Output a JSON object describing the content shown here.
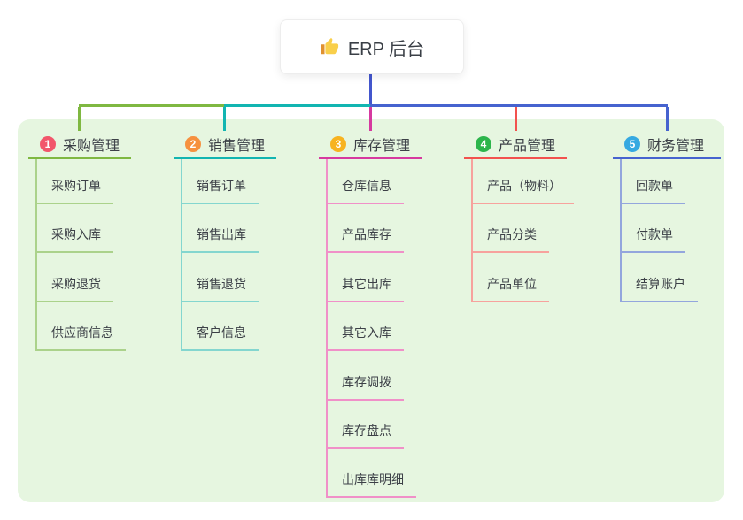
{
  "root": {
    "label": "ERP 后台",
    "icon": "thumbs-up"
  },
  "colors": {
    "page_bg": "#ffffff",
    "panel_bg": "#e6f6e0",
    "root_line": "#4356cd",
    "text": "#3c4047"
  },
  "branches": [
    {
      "label": "采购管理",
      "badge": "1",
      "badge_color": "#f2566b",
      "color": "#7fb841",
      "light_color": "#abd28b",
      "children": [
        "采购订单",
        "采购入库",
        "采购退货",
        "供应商信息"
      ]
    },
    {
      "label": "销售管理",
      "badge": "2",
      "badge_color": "#f6913f",
      "color": "#12b5b1",
      "light_color": "#84d6cf",
      "children": [
        "销售订单",
        "销售出库",
        "销售退货",
        "客户信息"
      ]
    },
    {
      "label": "库存管理",
      "badge": "3",
      "badge_color": "#f7b320",
      "color": "#d6399f",
      "light_color": "#f090c8",
      "children": [
        "仓库信息",
        "产品库存",
        "其它出库",
        "其它入库",
        "库存调拨",
        "库存盘点",
        "出库库明细"
      ]
    },
    {
      "label": "产品管理",
      "badge": "4",
      "badge_color": "#2cb54b",
      "color": "#f2524e",
      "light_color": "#f7a29d",
      "children": [
        "产品（物料）",
        "产品分类",
        "产品单位"
      ]
    },
    {
      "label": "财务管理",
      "badge": "5",
      "badge_color": "#36a9e1",
      "color": "#4663cf",
      "light_color": "#93a6dd",
      "children": [
        "回款单",
        "付款单",
        "结算账户"
      ]
    }
  ]
}
